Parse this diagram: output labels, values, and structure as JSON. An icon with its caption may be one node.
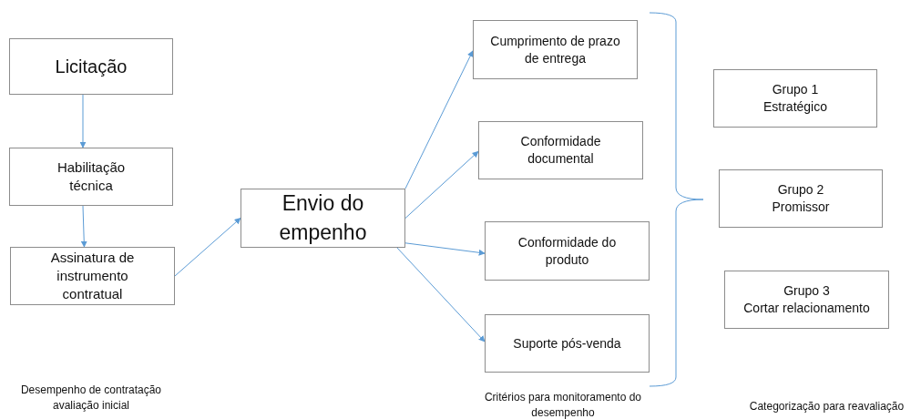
{
  "diagram": {
    "nodes": [
      {
        "text": [
          "Licitação"
        ]
      },
      {
        "text": [
          "Habilitação técnica"
        ]
      },
      {
        "text": [
          "Assinatura de instrumento contratual"
        ]
      },
      {
        "text": [
          "Envio do empenho"
        ]
      },
      {
        "text": [
          "Cumprimento de prazo de entrega"
        ]
      },
      {
        "text": [
          "Conformidade documental"
        ]
      },
      {
        "text": [
          "Conformidade do produto"
        ]
      },
      {
        "text": [
          "Suporte pós-venda"
        ]
      },
      {
        "text": [
          "Grupo 1",
          "Estratégico"
        ]
      },
      {
        "text": [
          "Grupo 2",
          "Promissor"
        ]
      },
      {
        "text": [
          "Grupo 3",
          "Cortar relacionamento"
        ]
      }
    ],
    "edges": [
      {
        "from": 0,
        "to": 1,
        "arrow": "to"
      },
      {
        "from": 1,
        "to": 2,
        "arrow": "to"
      },
      {
        "from": 2,
        "to": 3,
        "arrow": "to"
      },
      {
        "from": 3,
        "to": 4,
        "arrow": "to"
      },
      {
        "from": 3,
        "to": 5,
        "arrow": "to"
      },
      {
        "from": 3,
        "to": 6,
        "arrow": "to"
      },
      {
        "from": 3,
        "to": 7,
        "arrow": "to"
      }
    ],
    "labels": [
      "Desempenho de contratação avaliação inicial",
      "Critérios para monitoramento do desempenho",
      "Categorização para reavaliação"
    ]
  }
}
